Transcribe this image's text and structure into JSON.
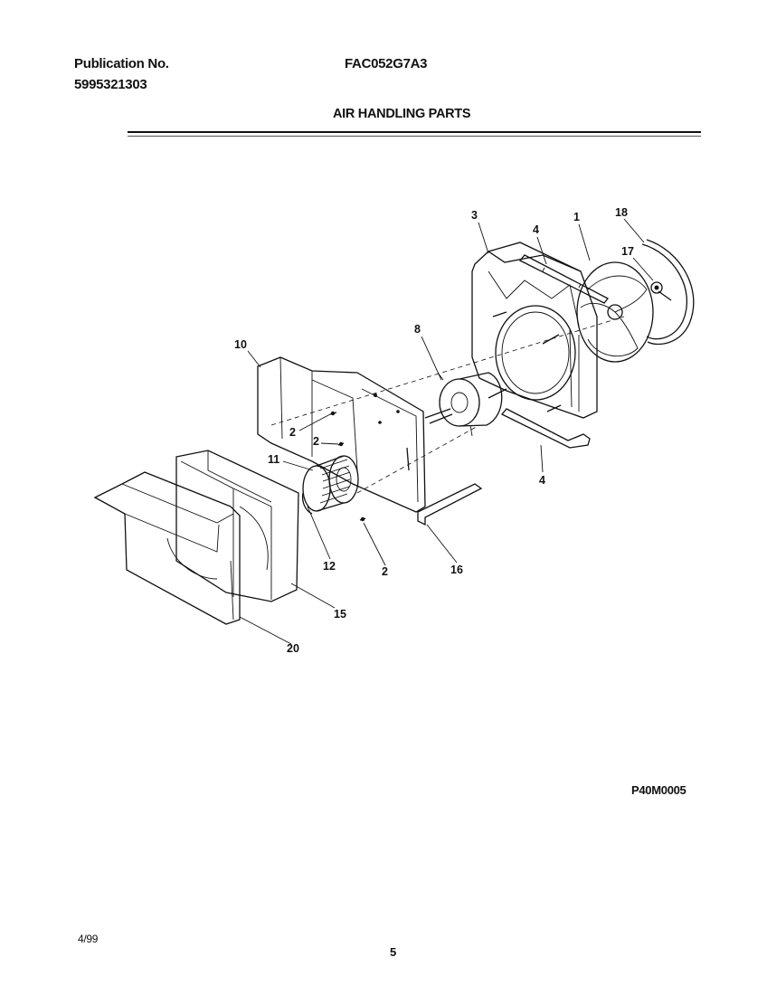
{
  "header": {
    "publication_label": "Publication No.",
    "publication_number": "5995321303",
    "model": "FAC052G7A3",
    "section_title": "AIR HANDLING PARTS"
  },
  "footer": {
    "diagram_code": "P40M0005",
    "date": "4/99",
    "page_number": "5"
  },
  "callouts": {
    "c3": "3",
    "c4_top": "4",
    "c1": "1",
    "c18": "18",
    "c17": "17",
    "c8": "8",
    "c10": "10",
    "c2_a": "2",
    "c2_b": "2",
    "c11": "11",
    "c4_bottom": "4",
    "c12": "12",
    "c2_c": "2",
    "c16": "16",
    "c15": "15",
    "c20": "20"
  }
}
